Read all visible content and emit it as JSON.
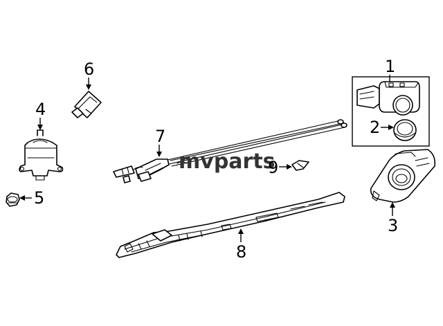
{
  "watermark": "mvparts",
  "callouts": {
    "c1": "1",
    "c2": "2",
    "c3": "3",
    "c4": "4",
    "c5": "5",
    "c6": "6",
    "c7": "7",
    "c8": "8",
    "c9": "9"
  }
}
